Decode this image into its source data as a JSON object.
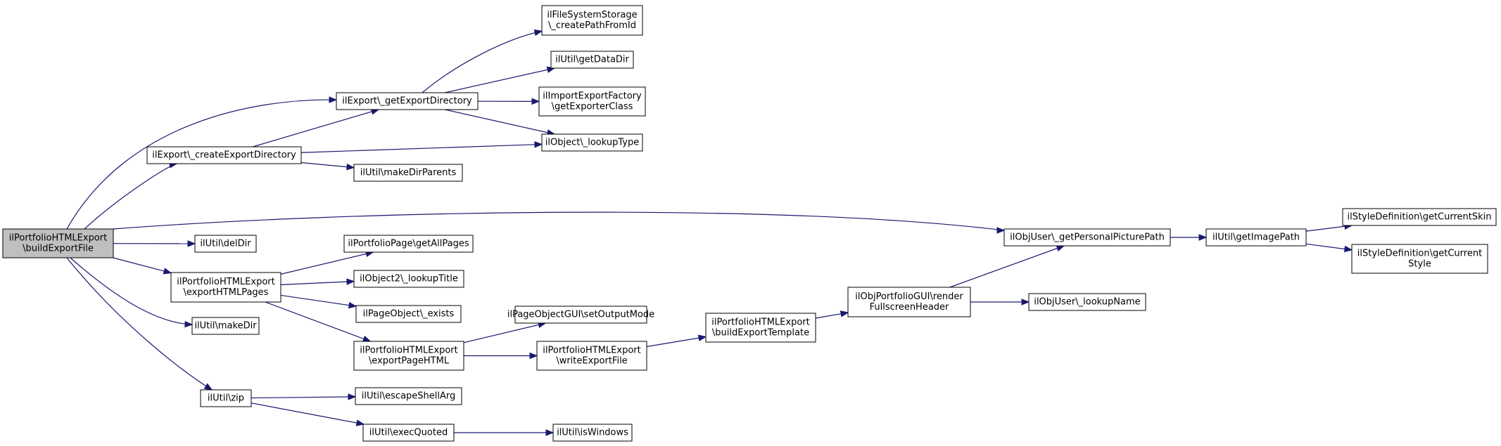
{
  "nodes": [
    {
      "id": "n0",
      "lines": [
        "ilPortfolioHTMLExport",
        "\\buildExportFile"
      ]
    },
    {
      "id": "n1",
      "lines": [
        "ilExport\\_createExportDirectory"
      ]
    },
    {
      "id": "n2",
      "lines": [
        "ilExport\\_getExportDirectory"
      ]
    },
    {
      "id": "n3",
      "lines": [
        "ilFileSystemStorage",
        "\\_createPathFromId"
      ]
    },
    {
      "id": "n4",
      "lines": [
        "ilUtil\\getDataDir"
      ]
    },
    {
      "id": "n5",
      "lines": [
        "ilImportExportFactory",
        "\\getExporterClass"
      ]
    },
    {
      "id": "n6",
      "lines": [
        "ilObject\\_lookupType"
      ]
    },
    {
      "id": "n7",
      "lines": [
        "ilUtil\\makeDirParents"
      ]
    },
    {
      "id": "n8",
      "lines": [
        "ilObjUser\\_getPersonalPicturePath"
      ]
    },
    {
      "id": "n9",
      "lines": [
        "ilUtil\\getImagePath"
      ]
    },
    {
      "id": "n10",
      "lines": [
        "ilStyleDefinition\\getCurrentSkin"
      ]
    },
    {
      "id": "n11",
      "lines": [
        "ilStyleDefinition\\getCurrent",
        "Style"
      ]
    },
    {
      "id": "n12",
      "lines": [
        "ilUtil\\delDir"
      ]
    },
    {
      "id": "n13",
      "lines": [
        "ilPortfolioHTMLExport",
        "\\exportHTMLPages"
      ]
    },
    {
      "id": "n14",
      "lines": [
        "ilPortfolioPage\\getAllPages"
      ]
    },
    {
      "id": "n15",
      "lines": [
        "ilObject2\\_lookupTitle"
      ]
    },
    {
      "id": "n16",
      "lines": [
        "ilPageObject\\_exists"
      ]
    },
    {
      "id": "n17",
      "lines": [
        "ilPortfolioHTMLExport",
        "\\exportPageHTML"
      ]
    },
    {
      "id": "n18",
      "lines": [
        "ilPageObjectGUI\\setOutputMode"
      ]
    },
    {
      "id": "n19",
      "lines": [
        "ilPortfolioHTMLExport",
        "\\writeExportFile"
      ]
    },
    {
      "id": "n20",
      "lines": [
        "ilPortfolioHTMLExport",
        "\\buildExportTemplate"
      ]
    },
    {
      "id": "n21",
      "lines": [
        "ilObjPortfolioGUI\\render",
        "FullscreenHeader"
      ]
    },
    {
      "id": "n22",
      "lines": [
        "ilObjUser\\_lookupName"
      ]
    },
    {
      "id": "n23",
      "lines": [
        "ilUtil\\makeDir"
      ]
    },
    {
      "id": "n24",
      "lines": [
        "ilUtil\\zip"
      ]
    },
    {
      "id": "n25",
      "lines": [
        "ilUtil\\escapeShellArg"
      ]
    },
    {
      "id": "n26",
      "lines": [
        "ilUtil\\execQuoted"
      ]
    },
    {
      "id": "n27",
      "lines": [
        "ilUtil\\isWindows"
      ]
    }
  ],
  "edges": [
    [
      "n0",
      "n1"
    ],
    [
      "n0",
      "n2"
    ],
    [
      "n0",
      "n8"
    ],
    [
      "n0",
      "n12"
    ],
    [
      "n0",
      "n13"
    ],
    [
      "n0",
      "n23"
    ],
    [
      "n0",
      "n24"
    ],
    [
      "n1",
      "n2"
    ],
    [
      "n1",
      "n6"
    ],
    [
      "n1",
      "n7"
    ],
    [
      "n2",
      "n3"
    ],
    [
      "n2",
      "n4"
    ],
    [
      "n2",
      "n5"
    ],
    [
      "n2",
      "n6"
    ],
    [
      "n8",
      "n9"
    ],
    [
      "n9",
      "n10"
    ],
    [
      "n9",
      "n11"
    ],
    [
      "n13",
      "n14"
    ],
    [
      "n13",
      "n15"
    ],
    [
      "n13",
      "n16"
    ],
    [
      "n13",
      "n17"
    ],
    [
      "n17",
      "n18"
    ],
    [
      "n17",
      "n19"
    ],
    [
      "n19",
      "n20"
    ],
    [
      "n20",
      "n21"
    ],
    [
      "n21",
      "n8"
    ],
    [
      "n21",
      "n22"
    ],
    [
      "n24",
      "n25"
    ],
    [
      "n24",
      "n26"
    ],
    [
      "n26",
      "n27"
    ]
  ],
  "colors": {
    "edge": "#191970",
    "root_fill": "#bfbfbf",
    "node_fill": "#ffffff",
    "border": "#000000"
  }
}
